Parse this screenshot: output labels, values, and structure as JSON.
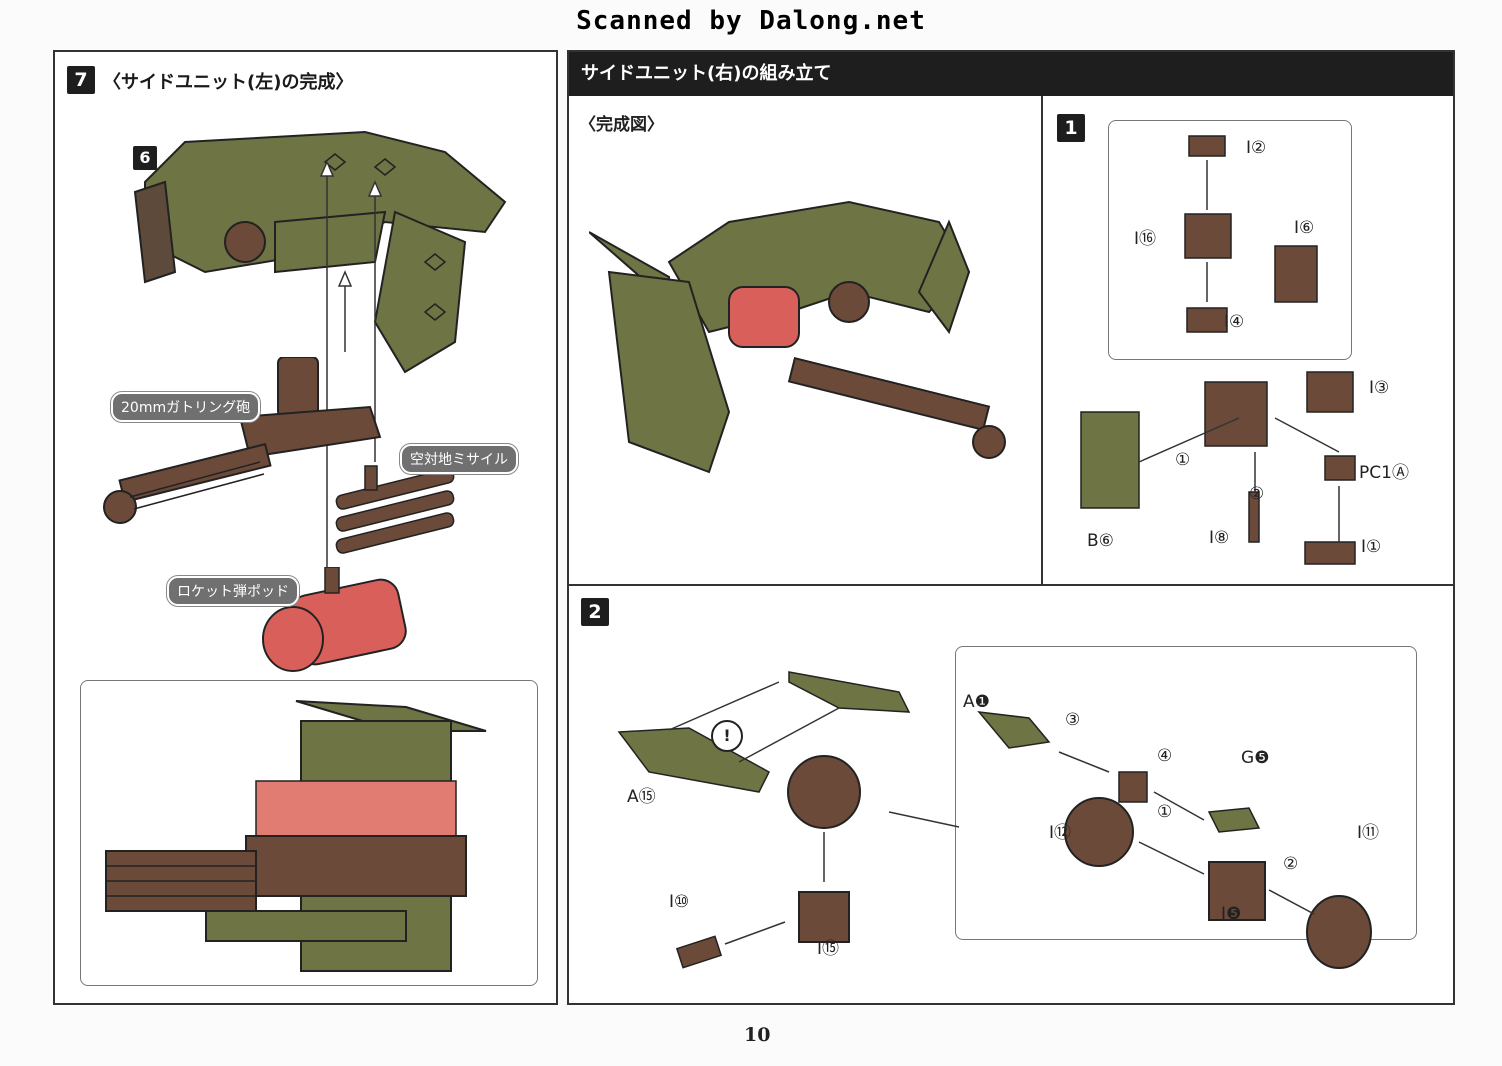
{
  "scan_banner": "Scanned by Dalong.net",
  "left_panel": {
    "step": "7",
    "title": "〈サイドユニット(左)の完成〉",
    "ref_step": "6",
    "labels": {
      "gatling": "20mmガトリング砲",
      "missile": "空対地ミサイル",
      "rocket": "ロケット弾ポッド"
    }
  },
  "right_panel": {
    "header": "サイドユニット(右)の組み立て",
    "completed_label": "〈完成図〉",
    "step1": {
      "num": "1",
      "parts": [
        "I②",
        "I⑯",
        "I⑥",
        "I④",
        "I③",
        "PC1Ⓐ",
        "B⑥",
        "I⑧",
        "I①"
      ],
      "order": [
        "①",
        "②"
      ]
    },
    "step2": {
      "num": "2",
      "parts": [
        "A⑮",
        "I⑩",
        "I⑮",
        "A❶",
        "G❺",
        "I⑫",
        "I⑪",
        "I❺"
      ],
      "order": [
        "①",
        "②",
        "③",
        "④"
      ],
      "caution": "!"
    }
  },
  "page_number": "10",
  "colors": {
    "olive": "#6f7444",
    "brown": "#6b4a3a",
    "red": "#d9605a",
    "dark": "#1e1e1e"
  }
}
